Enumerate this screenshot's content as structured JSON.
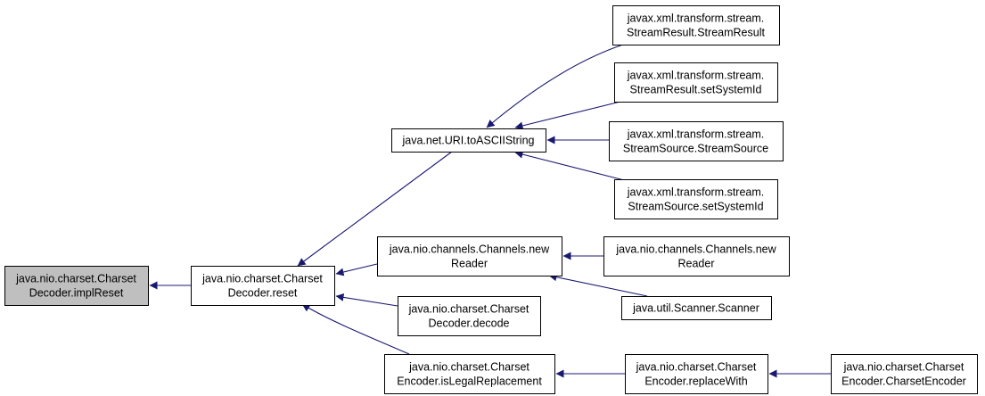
{
  "nodes": [
    {
      "id": "implReset",
      "lines": [
        "java.nio.charset.Charset",
        "Decoder.implReset"
      ],
      "highlight": true
    },
    {
      "id": "reset",
      "lines": [
        "java.nio.charset.Charset",
        "Decoder.reset"
      ]
    },
    {
      "id": "toASCII",
      "lines": [
        "java.net.URI.toASCIIString"
      ]
    },
    {
      "id": "newReader1",
      "lines": [
        "java.nio.channels.Channels.new",
        "Reader"
      ]
    },
    {
      "id": "decode",
      "lines": [
        "java.nio.charset.Charset",
        "Decoder.decode"
      ]
    },
    {
      "id": "isLegal",
      "lines": [
        "java.nio.charset.Charset",
        "Encoder.isLegalReplacement"
      ]
    },
    {
      "id": "srStreamResult",
      "lines": [
        "javax.xml.transform.stream.",
        "StreamResult.StreamResult"
      ]
    },
    {
      "id": "srSetSystemId",
      "lines": [
        "javax.xml.transform.stream.",
        "StreamResult.setSystemId"
      ]
    },
    {
      "id": "ssStreamSource",
      "lines": [
        "javax.xml.transform.stream.",
        "StreamSource.StreamSource"
      ]
    },
    {
      "id": "ssSetSystemId",
      "lines": [
        "javax.xml.transform.stream.",
        "StreamSource.setSystemId"
      ]
    },
    {
      "id": "newReader2",
      "lines": [
        "java.nio.channels.Channels.new",
        "Reader"
      ]
    },
    {
      "id": "scanner",
      "lines": [
        "java.util.Scanner.Scanner"
      ]
    },
    {
      "id": "replaceWith",
      "lines": [
        "java.nio.charset.Charset",
        "Encoder.replaceWith"
      ]
    },
    {
      "id": "encoderCtor",
      "lines": [
        "java.nio.charset.Charset",
        "Encoder.CharsetEncoder"
      ]
    }
  ],
  "edges": [
    {
      "from": "reset",
      "to": "implReset"
    },
    {
      "from": "toASCII",
      "to": "reset"
    },
    {
      "from": "newReader1",
      "to": "reset"
    },
    {
      "from": "decode",
      "to": "reset"
    },
    {
      "from": "isLegal",
      "to": "reset"
    },
    {
      "from": "srStreamResult",
      "to": "toASCII"
    },
    {
      "from": "srSetSystemId",
      "to": "toASCII"
    },
    {
      "from": "ssStreamSource",
      "to": "toASCII"
    },
    {
      "from": "ssSetSystemId",
      "to": "toASCII"
    },
    {
      "from": "newReader2",
      "to": "newReader1"
    },
    {
      "from": "scanner",
      "to": "newReader1"
    },
    {
      "from": "replaceWith",
      "to": "isLegal"
    },
    {
      "from": "encoderCtor",
      "to": "replaceWith"
    }
  ],
  "colors": {
    "node_fill": "#ffffff",
    "highlight_fill": "#bfbfbf",
    "border": "#000000",
    "edge": "#191970"
  }
}
